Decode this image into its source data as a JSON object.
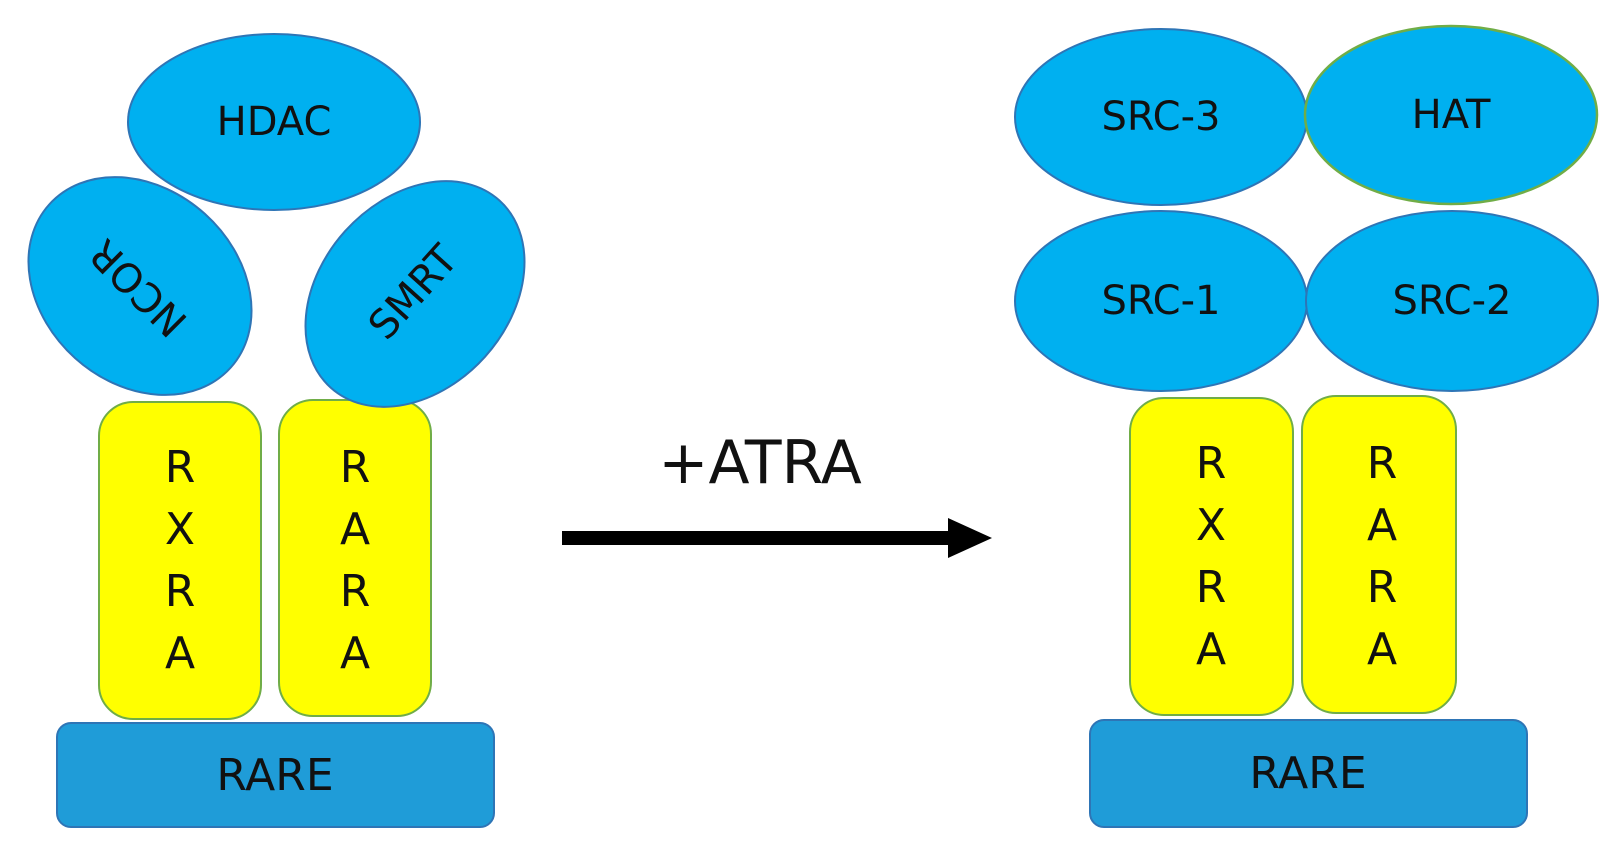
{
  "colors": {
    "corepressor_fill": "#00b0f0",
    "corepressor_stroke": "#2e75b6",
    "receptor_fill": "#ffff00",
    "receptor_stroke": "#70ad47",
    "rare_fill": "#1f9cd8",
    "rare_stroke": "#2e75b6",
    "hat_stroke": "#70ad47",
    "arrow": "#000000"
  },
  "left": {
    "hdac": "HDAC",
    "ncor": "NCOR",
    "smrt": "SMRT",
    "rxra": [
      "R",
      "X",
      "R",
      "A"
    ],
    "rara": [
      "R",
      "A",
      "R",
      "A"
    ],
    "rare": "RARE"
  },
  "arrow": {
    "label": "+ATRA",
    "icon": "right-arrow-icon"
  },
  "right": {
    "src3": "SRC-3",
    "hat": "HAT",
    "src1": "SRC-1",
    "src2": "SRC-2",
    "rxra": [
      "R",
      "X",
      "R",
      "A"
    ],
    "rara": [
      "R",
      "A",
      "R",
      "A"
    ],
    "rare": "RARE"
  }
}
